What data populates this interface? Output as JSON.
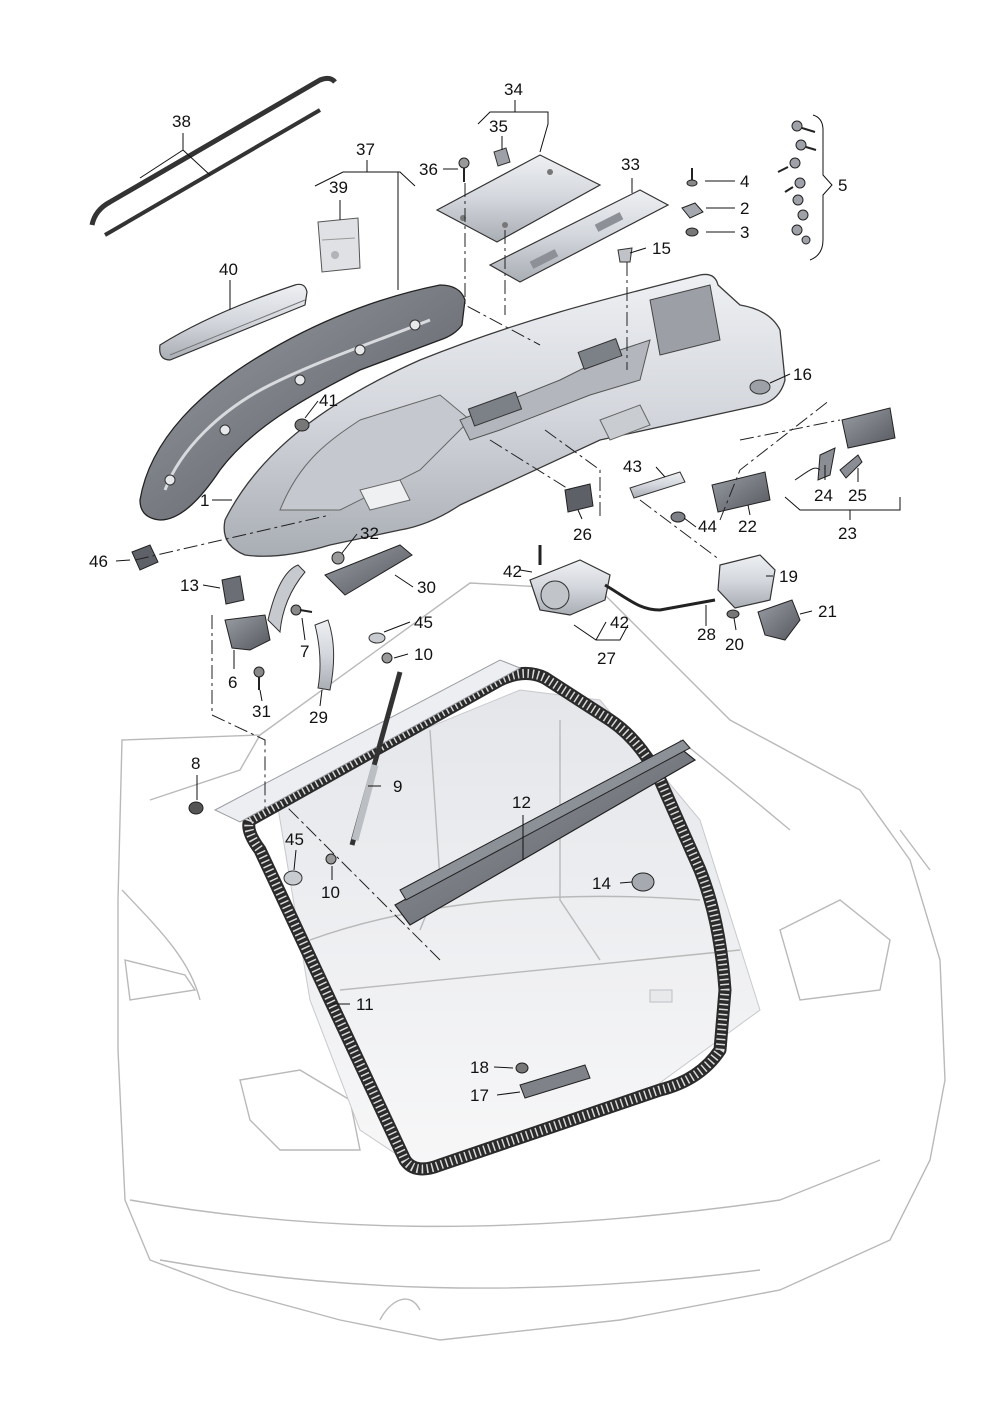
{
  "callouts": [
    {
      "id": "c1",
      "text": "1"
    },
    {
      "id": "c2",
      "text": "2"
    },
    {
      "id": "c3",
      "text": "3"
    },
    {
      "id": "c4",
      "text": "4"
    },
    {
      "id": "c5",
      "text": "5"
    },
    {
      "id": "c6",
      "text": "6"
    },
    {
      "id": "c7",
      "text": "7"
    },
    {
      "id": "c8",
      "text": "8"
    },
    {
      "id": "c9",
      "text": "9"
    },
    {
      "id": "c10a",
      "text": "10"
    },
    {
      "id": "c10b",
      "text": "10"
    },
    {
      "id": "c11",
      "text": "11"
    },
    {
      "id": "c12",
      "text": "12"
    },
    {
      "id": "c13",
      "text": "13"
    },
    {
      "id": "c14",
      "text": "14"
    },
    {
      "id": "c15",
      "text": "15"
    },
    {
      "id": "c16",
      "text": "16"
    },
    {
      "id": "c17",
      "text": "17"
    },
    {
      "id": "c18",
      "text": "18"
    },
    {
      "id": "c19",
      "text": "19"
    },
    {
      "id": "c20",
      "text": "20"
    },
    {
      "id": "c21",
      "text": "21"
    },
    {
      "id": "c22",
      "text": "22"
    },
    {
      "id": "c23",
      "text": "23"
    },
    {
      "id": "c24",
      "text": "24"
    },
    {
      "id": "c25",
      "text": "25"
    },
    {
      "id": "c26",
      "text": "26"
    },
    {
      "id": "c27",
      "text": "27"
    },
    {
      "id": "c28",
      "text": "28"
    },
    {
      "id": "c29",
      "text": "29"
    },
    {
      "id": "c30",
      "text": "30"
    },
    {
      "id": "c31",
      "text": "31"
    },
    {
      "id": "c32",
      "text": "32"
    },
    {
      "id": "c33",
      "text": "33"
    },
    {
      "id": "c34",
      "text": "34"
    },
    {
      "id": "c35",
      "text": "35"
    },
    {
      "id": "c36",
      "text": "36"
    },
    {
      "id": "c37",
      "text": "37"
    },
    {
      "id": "c38",
      "text": "38"
    },
    {
      "id": "c39",
      "text": "39"
    },
    {
      "id": "c40",
      "text": "40"
    },
    {
      "id": "c41",
      "text": "41"
    },
    {
      "id": "c42a",
      "text": "42"
    },
    {
      "id": "c42b",
      "text": "42"
    },
    {
      "id": "c43",
      "text": "43"
    },
    {
      "id": "c44",
      "text": "44"
    },
    {
      "id": "c45a",
      "text": "45"
    },
    {
      "id": "c45b",
      "text": "45"
    },
    {
      "id": "c46",
      "text": "46"
    }
  ],
  "colors": {
    "part_fill": "#d5d8de",
    "part_dark": "#6c6f75",
    "seal": "#2b2b2b",
    "car_outline": "#b9b9b9",
    "ink": "#111111"
  }
}
